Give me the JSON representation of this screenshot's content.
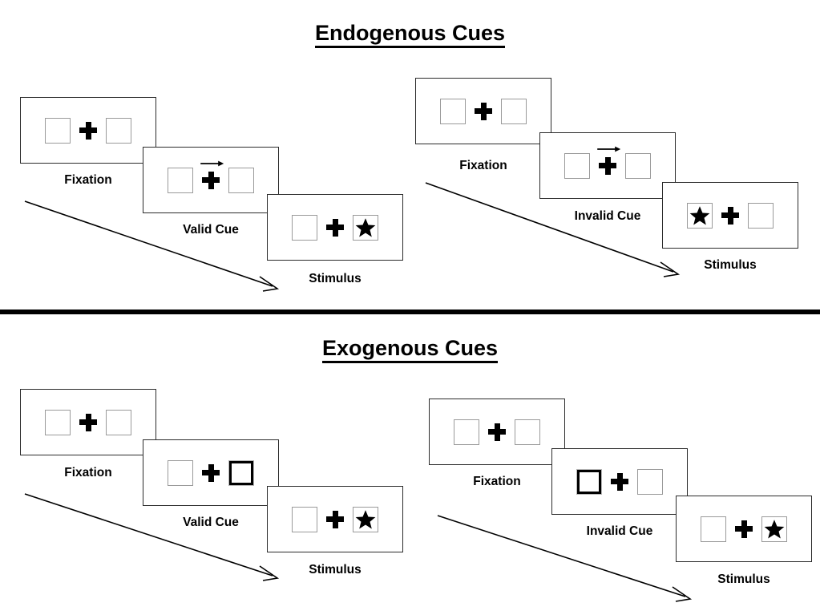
{
  "figure": {
    "title_endogenous": "Endogenous Cues",
    "title_exogenous": "Exogenous Cues",
    "colors": {
      "ink": "#000000",
      "frame_border": "#2b2b2b",
      "box_border": "#9a9a9a",
      "cue_box_border": "#000000",
      "background": "#ffffff"
    }
  },
  "sections": [
    {
      "id": "endogenous",
      "title": "Endogenous Cues",
      "cue_type": "arrow",
      "columns": [
        {
          "id": "endogenous-valid",
          "frames": [
            {
              "caption": "Fixation",
              "left_box": "empty",
              "right_box": "empty",
              "cue": "none",
              "arrow_direction": ""
            },
            {
              "caption": "Valid Cue",
              "left_box": "empty",
              "right_box": "empty",
              "cue": "arrow",
              "arrow_direction": "right"
            },
            {
              "caption": "Stimulus",
              "left_box": "empty",
              "right_box": "star",
              "cue": "none",
              "arrow_direction": ""
            }
          ]
        },
        {
          "id": "endogenous-invalid",
          "frames": [
            {
              "caption": "Fixation",
              "left_box": "empty",
              "right_box": "empty",
              "cue": "none",
              "arrow_direction": ""
            },
            {
              "caption": "Invalid Cue",
              "left_box": "empty",
              "right_box": "empty",
              "cue": "arrow",
              "arrow_direction": "right"
            },
            {
              "caption": "Stimulus",
              "left_box": "star",
              "right_box": "empty",
              "cue": "none",
              "arrow_direction": ""
            }
          ]
        }
      ]
    },
    {
      "id": "exogenous",
      "title": "Exogenous Cues",
      "cue_type": "box-flash",
      "columns": [
        {
          "id": "exogenous-valid",
          "frames": [
            {
              "caption": "Fixation",
              "left_box": "empty",
              "right_box": "empty",
              "cue": "none",
              "arrow_direction": ""
            },
            {
              "caption": "Valid Cue",
              "left_box": "empty",
              "right_box": "highlighted",
              "cue": "box-flash-right",
              "arrow_direction": ""
            },
            {
              "caption": "Stimulus",
              "left_box": "empty",
              "right_box": "star",
              "cue": "none",
              "arrow_direction": ""
            }
          ]
        },
        {
          "id": "exogenous-invalid",
          "frames": [
            {
              "caption": "Fixation",
              "left_box": "empty",
              "right_box": "empty",
              "cue": "none",
              "arrow_direction": ""
            },
            {
              "caption": "Invalid Cue",
              "left_box": "highlighted",
              "right_box": "empty",
              "cue": "box-flash-left",
              "arrow_direction": ""
            },
            {
              "caption": "Stimulus",
              "left_box": "empty",
              "right_box": "star",
              "cue": "none",
              "arrow_direction": ""
            }
          ]
        }
      ]
    }
  ],
  "icons": {
    "fixation_cross": "plus-icon",
    "target_star": "star-icon",
    "cue_arrow": "arrow-right-icon",
    "time_flow": "time-flow-arrow-icon"
  },
  "time_flow_label": ""
}
